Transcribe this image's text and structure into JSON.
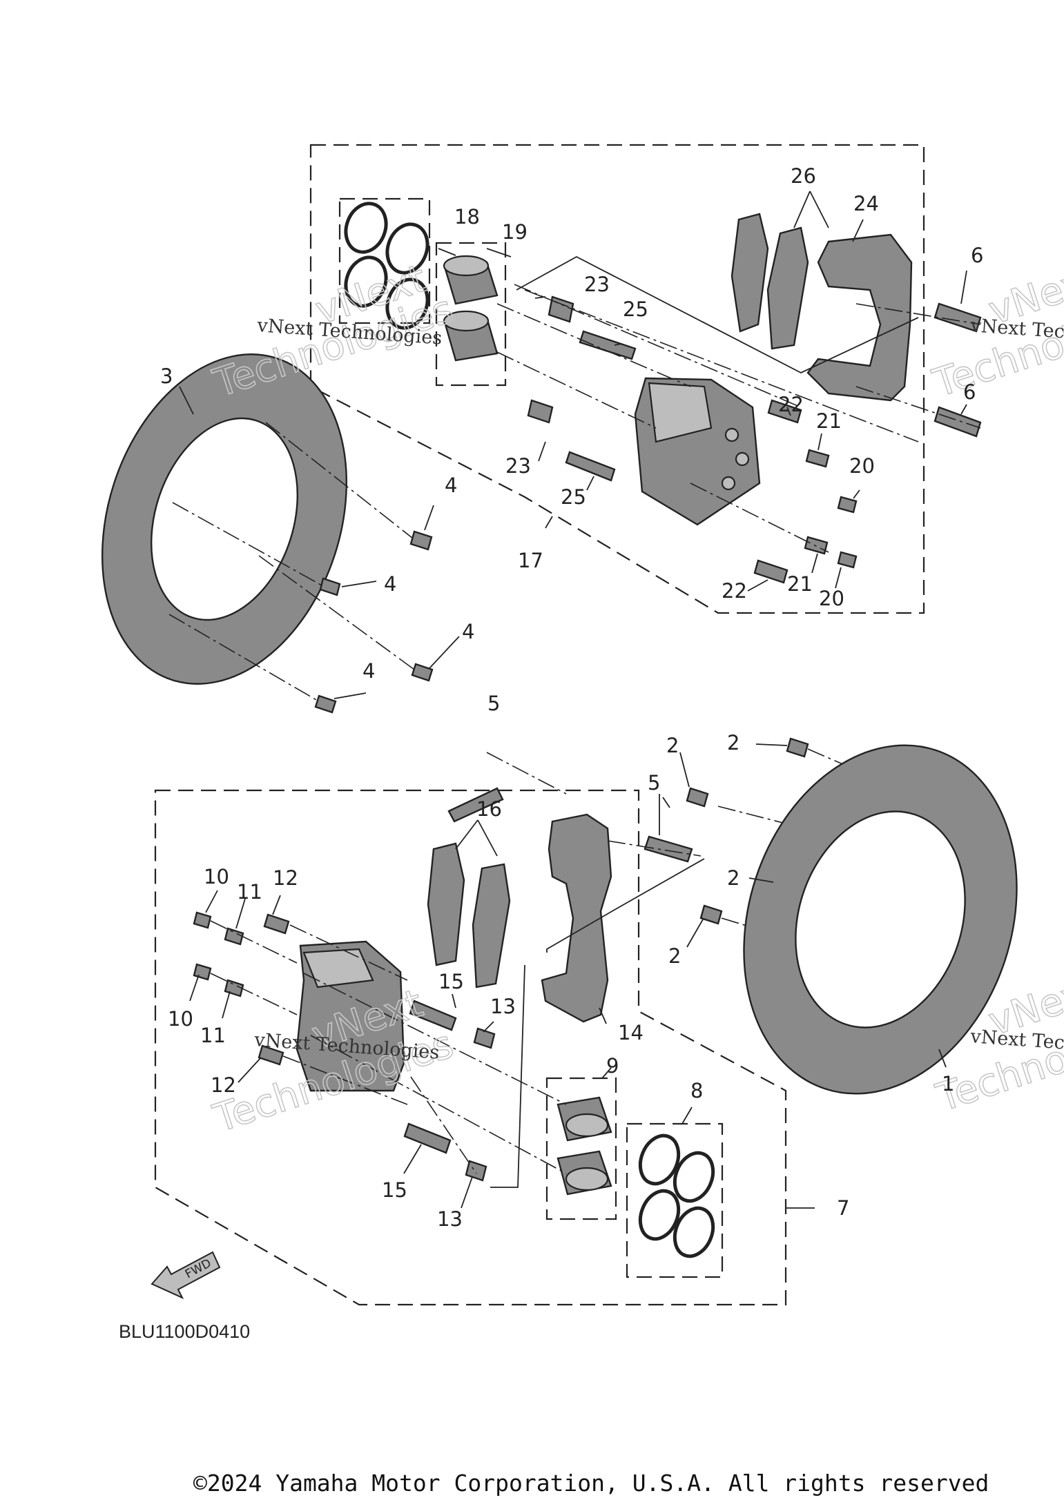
{
  "diagram": {
    "code": "BLU1100D0410",
    "copyright": "©2024 Yamaha Motor Corporation, U.S.A. All rights reserved",
    "fwd_label": "FWD",
    "watermark": {
      "company": "vNext Technologies",
      "brand_line1": "vNext",
      "brand_line2": "Technologies"
    },
    "callouts": {
      "c1": "1",
      "c2a": "2",
      "c2b": "2",
      "c2c": "2",
      "c2d": "2",
      "c3": "3",
      "c4a": "4",
      "c4b": "4",
      "c4c": "4",
      "c4d": "4",
      "c5a": "5",
      "c5b": "5",
      "c6a": "6",
      "c6b": "6",
      "c7": "7",
      "c8": "8",
      "c9": "9",
      "c10a": "10",
      "c10b": "10",
      "c11a": "11",
      "c11b": "11",
      "c12a": "12",
      "c12b": "12",
      "c13a": "13",
      "c13b": "13",
      "c14": "14",
      "c15a": "15",
      "c15b": "15",
      "c16": "16",
      "c17": "17",
      "c18": "18",
      "c19": "19",
      "c20a": "20",
      "c20b": "20",
      "c21a": "21",
      "c21b": "21",
      "c22a": "22",
      "c22b": "22",
      "c23a": "23",
      "c23b": "23",
      "c24": "24",
      "c25a": "25",
      "c25b": "25",
      "c26": "26"
    }
  }
}
